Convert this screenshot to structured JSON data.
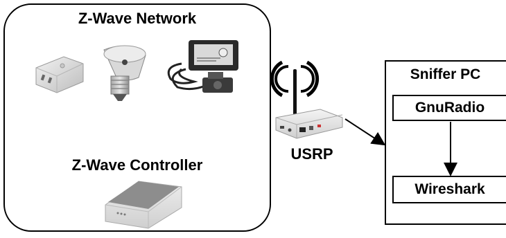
{
  "network": {
    "title": "Z-Wave Network"
  },
  "controller": {
    "title": "Z-Wave Controller"
  },
  "usrp": {
    "label": "USRP"
  },
  "sniffer": {
    "title": "Sniffer PC",
    "gnuradio": "GnuRadio",
    "wireshark": "Wireshark"
  }
}
